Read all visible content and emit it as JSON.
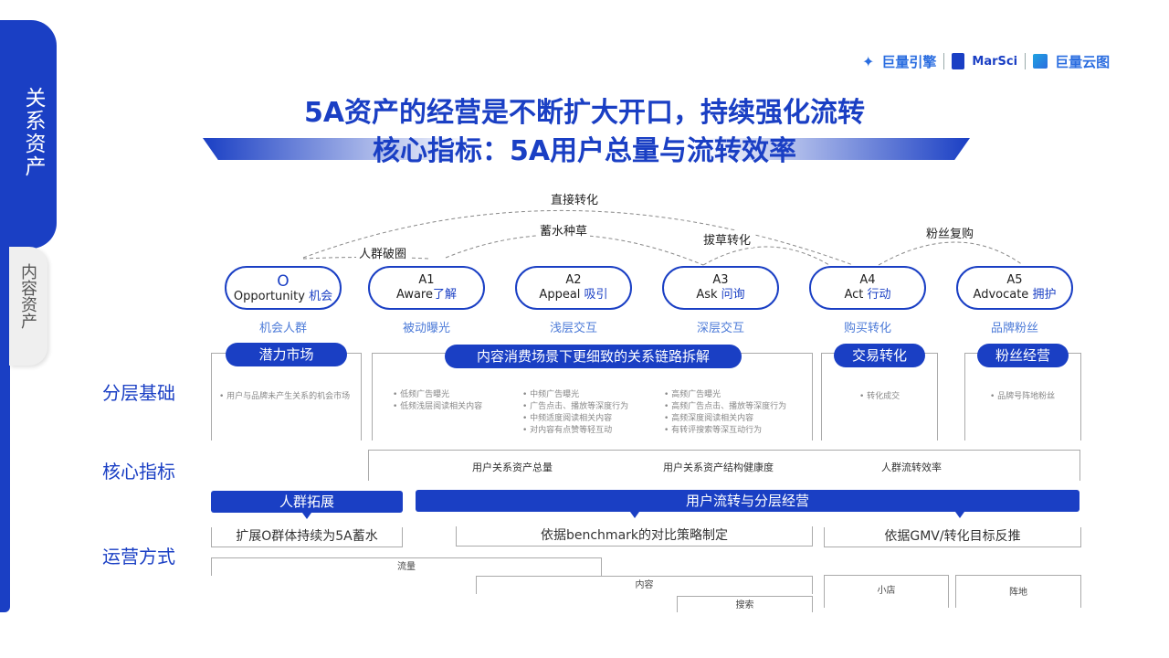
{
  "side": {
    "active_label": "关系资产",
    "inactive_label": "内容资产"
  },
  "logos": [
    "巨量引擎",
    "MarSci",
    "巨量云图"
  ],
  "title": {
    "line1": "5A资产的经营是不断扩大开口，持续强化流转",
    "line2": "核心指标：5A用户总量与流转效率"
  },
  "arcs": {
    "direct": "直接转化",
    "seed": "蓄水种草",
    "break": "人群破圈",
    "grass": "拔草转化",
    "repurchase": "粉丝复购"
  },
  "stages": [
    {
      "code": "O",
      "name": "Opportunity",
      "cn": "机会",
      "sub": "机会人群"
    },
    {
      "code": "A1",
      "name": "Aware",
      "cn": "了解",
      "sub": "被动曝光"
    },
    {
      "code": "A2",
      "name": "Appeal",
      "cn": "吸引",
      "sub": "浅层交互"
    },
    {
      "code": "A3",
      "name": "Ask",
      "cn": "问询",
      "sub": "深层交互"
    },
    {
      "code": "A4",
      "name": "Act",
      "cn": "行动",
      "sub": "购买转化"
    },
    {
      "code": "A5",
      "name": "Advocate",
      "cn": "拥护",
      "sub": "品牌粉丝"
    }
  ],
  "rows": {
    "layer": "分层基础",
    "kpi": "核心指标",
    "ops": "运营方式"
  },
  "layer_heads": {
    "potential": "潜力市场",
    "content": "内容消费场景下更细致的关系链路拆解",
    "trade": "交易转化",
    "fans": "粉丝经营"
  },
  "layer_notes": {
    "o": [
      "用户与品牌未产生关系的机会市场"
    ],
    "a1": [
      "低频广告曝光",
      "低频浅层阅读相关内容"
    ],
    "a2": [
      "中频广告曝光",
      "广告点击、播放等深度行为",
      "中频适度阅读相关内容",
      "对内容有点赞等轻互动"
    ],
    "a3": [
      "高频广告曝光",
      "高频广告点击、播放等深度行为",
      "高频深度阅读相关内容",
      "有转评搜索等深互动行为"
    ],
    "a4": [
      "转化成交"
    ],
    "a5": [
      "品牌号阵地粉丝"
    ]
  },
  "kpis": [
    "用户关系资产总量",
    "用户关系资产结构健康度",
    "人群流转效率"
  ],
  "ops": {
    "bar_left": "人群拓展",
    "bar_right": "用户流转与分层经营",
    "box1": "扩展O群体持续为5A蓄水",
    "box2": "依据benchmark的对比策略制定",
    "box3": "依据GMV/转化目标反推"
  },
  "channels": {
    "traffic": "流量",
    "content": "内容",
    "search": "搜索",
    "shop": "小店",
    "position": "阵地"
  },
  "colors": {
    "brand_blue": "#1a3fc4",
    "light_blue": "#4d7bd8"
  }
}
